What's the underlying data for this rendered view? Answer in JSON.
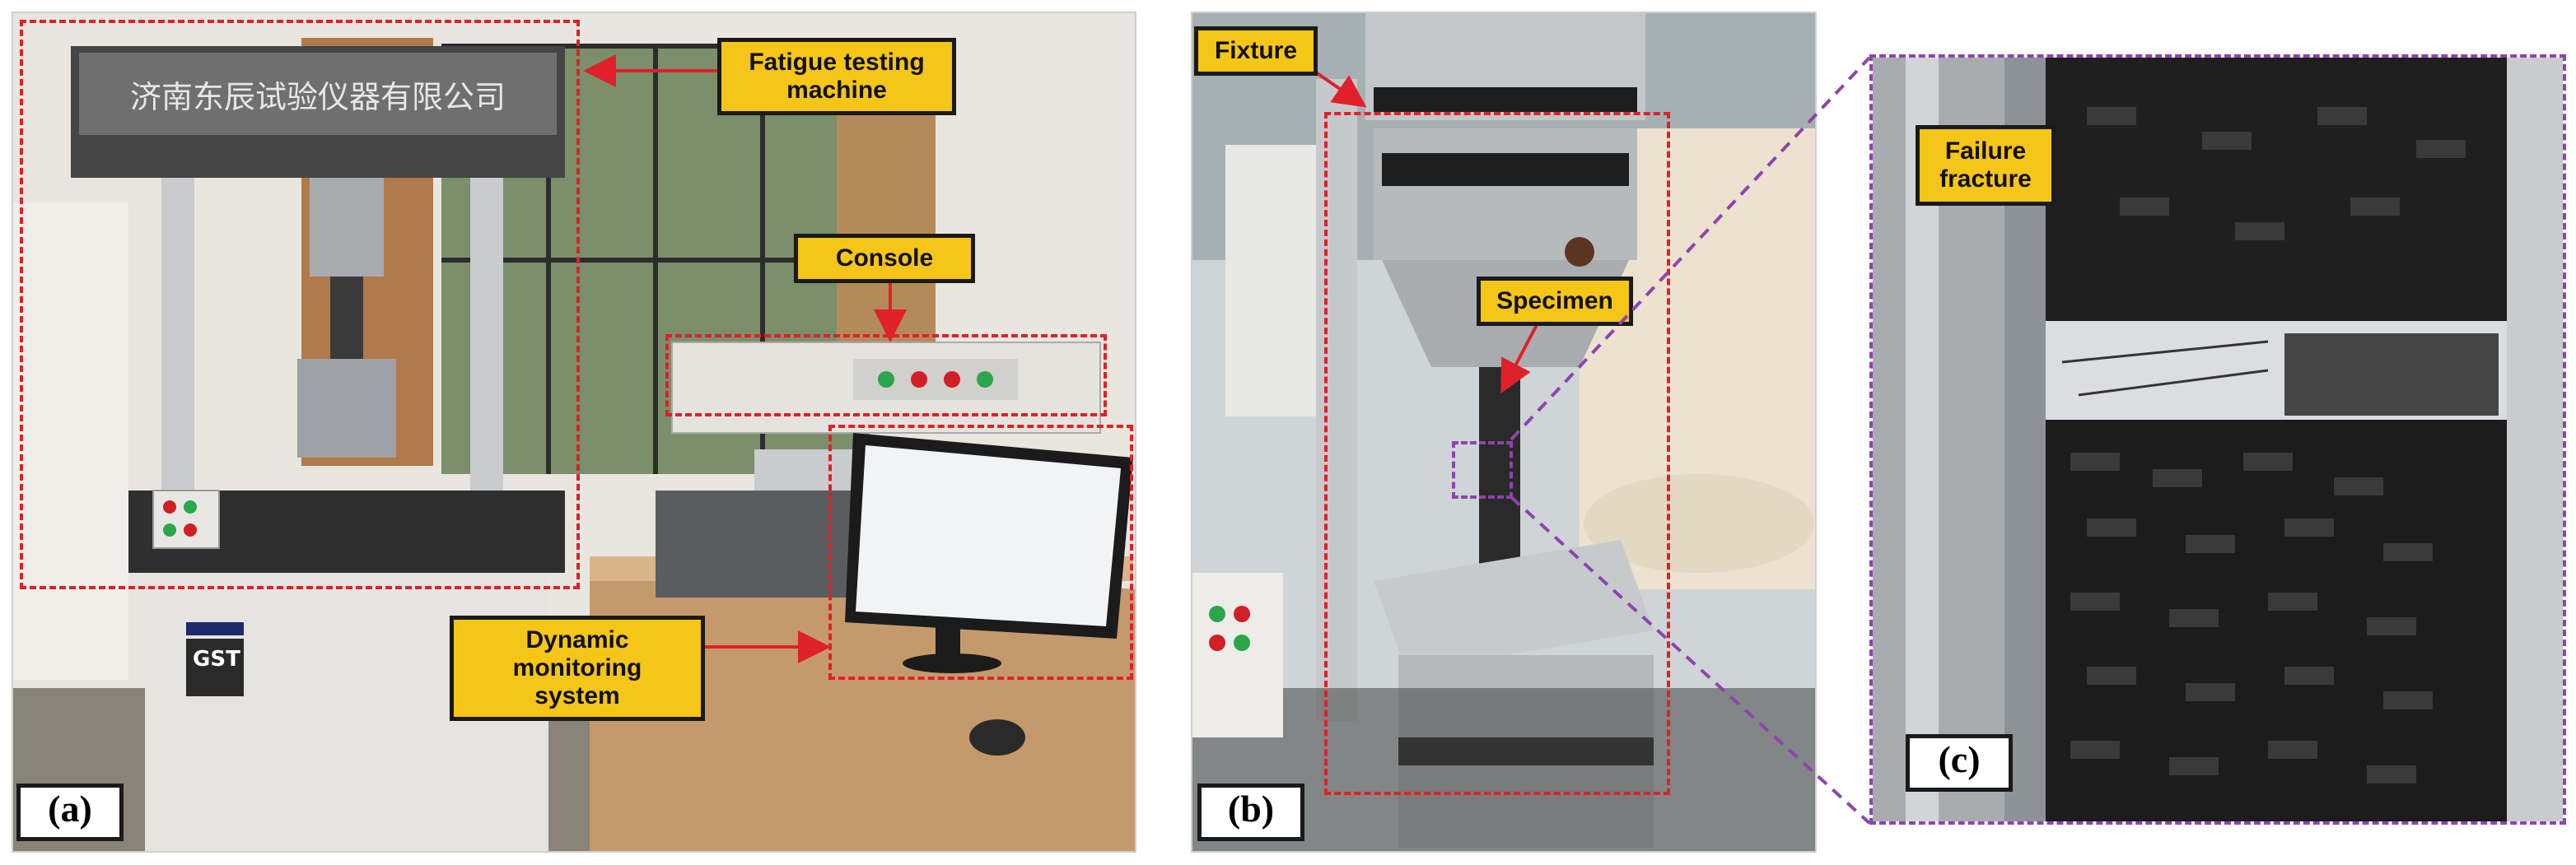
{
  "panels": {
    "a": {
      "tag": "(a)",
      "labels": {
        "fatigue": "Fatigue testing machine",
        "console": "Console",
        "dynamic": "Dynamic monitoring system"
      },
      "machine_sign": "济南东辰试验仪器有限公司",
      "brand": "GST"
    },
    "b": {
      "tag": "(b)",
      "labels": {
        "fixture": "Fixture",
        "specimen": "Specimen"
      }
    },
    "c": {
      "tag": "(c)",
      "labels": {
        "failure": "Failure fracture"
      }
    }
  },
  "colors": {
    "callout_fill": "#f5c518",
    "dash_red": "#e0202a",
    "dash_purple": "#8e44ad",
    "arrow_red": "#e0202a"
  }
}
